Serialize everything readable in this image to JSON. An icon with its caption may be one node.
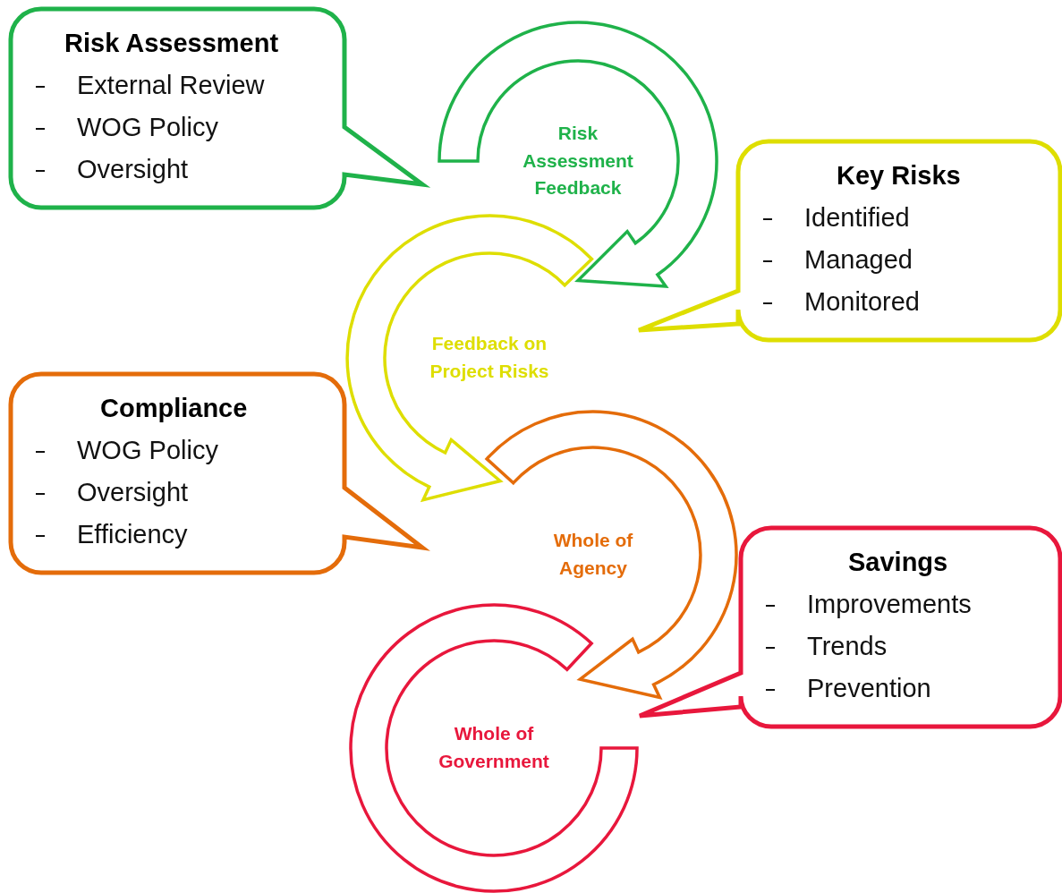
{
  "diagram": {
    "nodes": [
      {
        "text": [
          "Risk Assessment",
          "External Review",
          "WOG Policy",
          "Oversight"
        ]
      },
      {
        "text": [
          "Risk Assessment Feedback"
        ]
      },
      {
        "text": [
          "Key Risks",
          "Identified",
          "Managed",
          "Monitored"
        ]
      },
      {
        "text": [
          "Feedback on Project Risks"
        ]
      },
      {
        "text": [
          "Compliance",
          "WOG Policy",
          "Oversight",
          "Efficiency"
        ]
      },
      {
        "text": [
          "Whole of Agency"
        ]
      },
      {
        "text": [
          "Savings",
          "Improvements",
          "Trends",
          "Prevention"
        ]
      },
      {
        "text": [
          "Whole of Government"
        ]
      }
    ]
  }
}
